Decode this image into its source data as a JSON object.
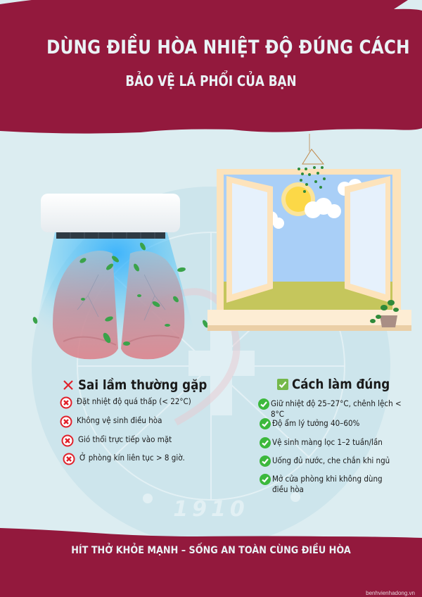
{
  "header": {
    "title": "DÙNG ĐIỀU HÒA NHIỆT ĐỘ ĐÚNG CÁCH",
    "subtitle": "BẢO VỆ LÁ PHỔI CỦA BẠN"
  },
  "illustrations": {
    "left": "air-conditioner-blowing-on-lungs",
    "right": "open-window-with-sun-clouds-and-plants"
  },
  "watermark": {
    "year": "1910",
    "icon": "hospital-cross-logo"
  },
  "mistakes": {
    "title": "Sai lầm thường gặp",
    "icon": "cross-mark-icon",
    "items": [
      "Đặt nhiệt độ quá thấp (< 22°C)",
      "Không vệ sinh điều hòa",
      "Gió thổi trực tiếp vào mặt",
      "Ở phòng kín liên tục > 8 giờ."
    ]
  },
  "correct": {
    "title": "Cách làm đúng",
    "icon": "check-box-icon",
    "items": [
      "Giữ nhiệt độ 25–27°C, chênh lệch < 8°C",
      "Độ ẩm lý tưởng 40–60%",
      "Vệ sinh màng lọc 1–2 tuần/lần",
      "Uống đủ nước, che chắn khi ngủ",
      "Mở cửa phòng khi không dùng điều hòa"
    ]
  },
  "footer": {
    "slogan": "HÍT THỞ KHỎE MẠNH – SỐNG AN TOÀN CÙNG ĐIỀU HÒA",
    "website": "benhvienhadong.vn"
  },
  "colors": {
    "brand": "#93193d",
    "background": "#dcedf1",
    "error_red": "#e0202a",
    "ok_green": "#3cb83c"
  }
}
